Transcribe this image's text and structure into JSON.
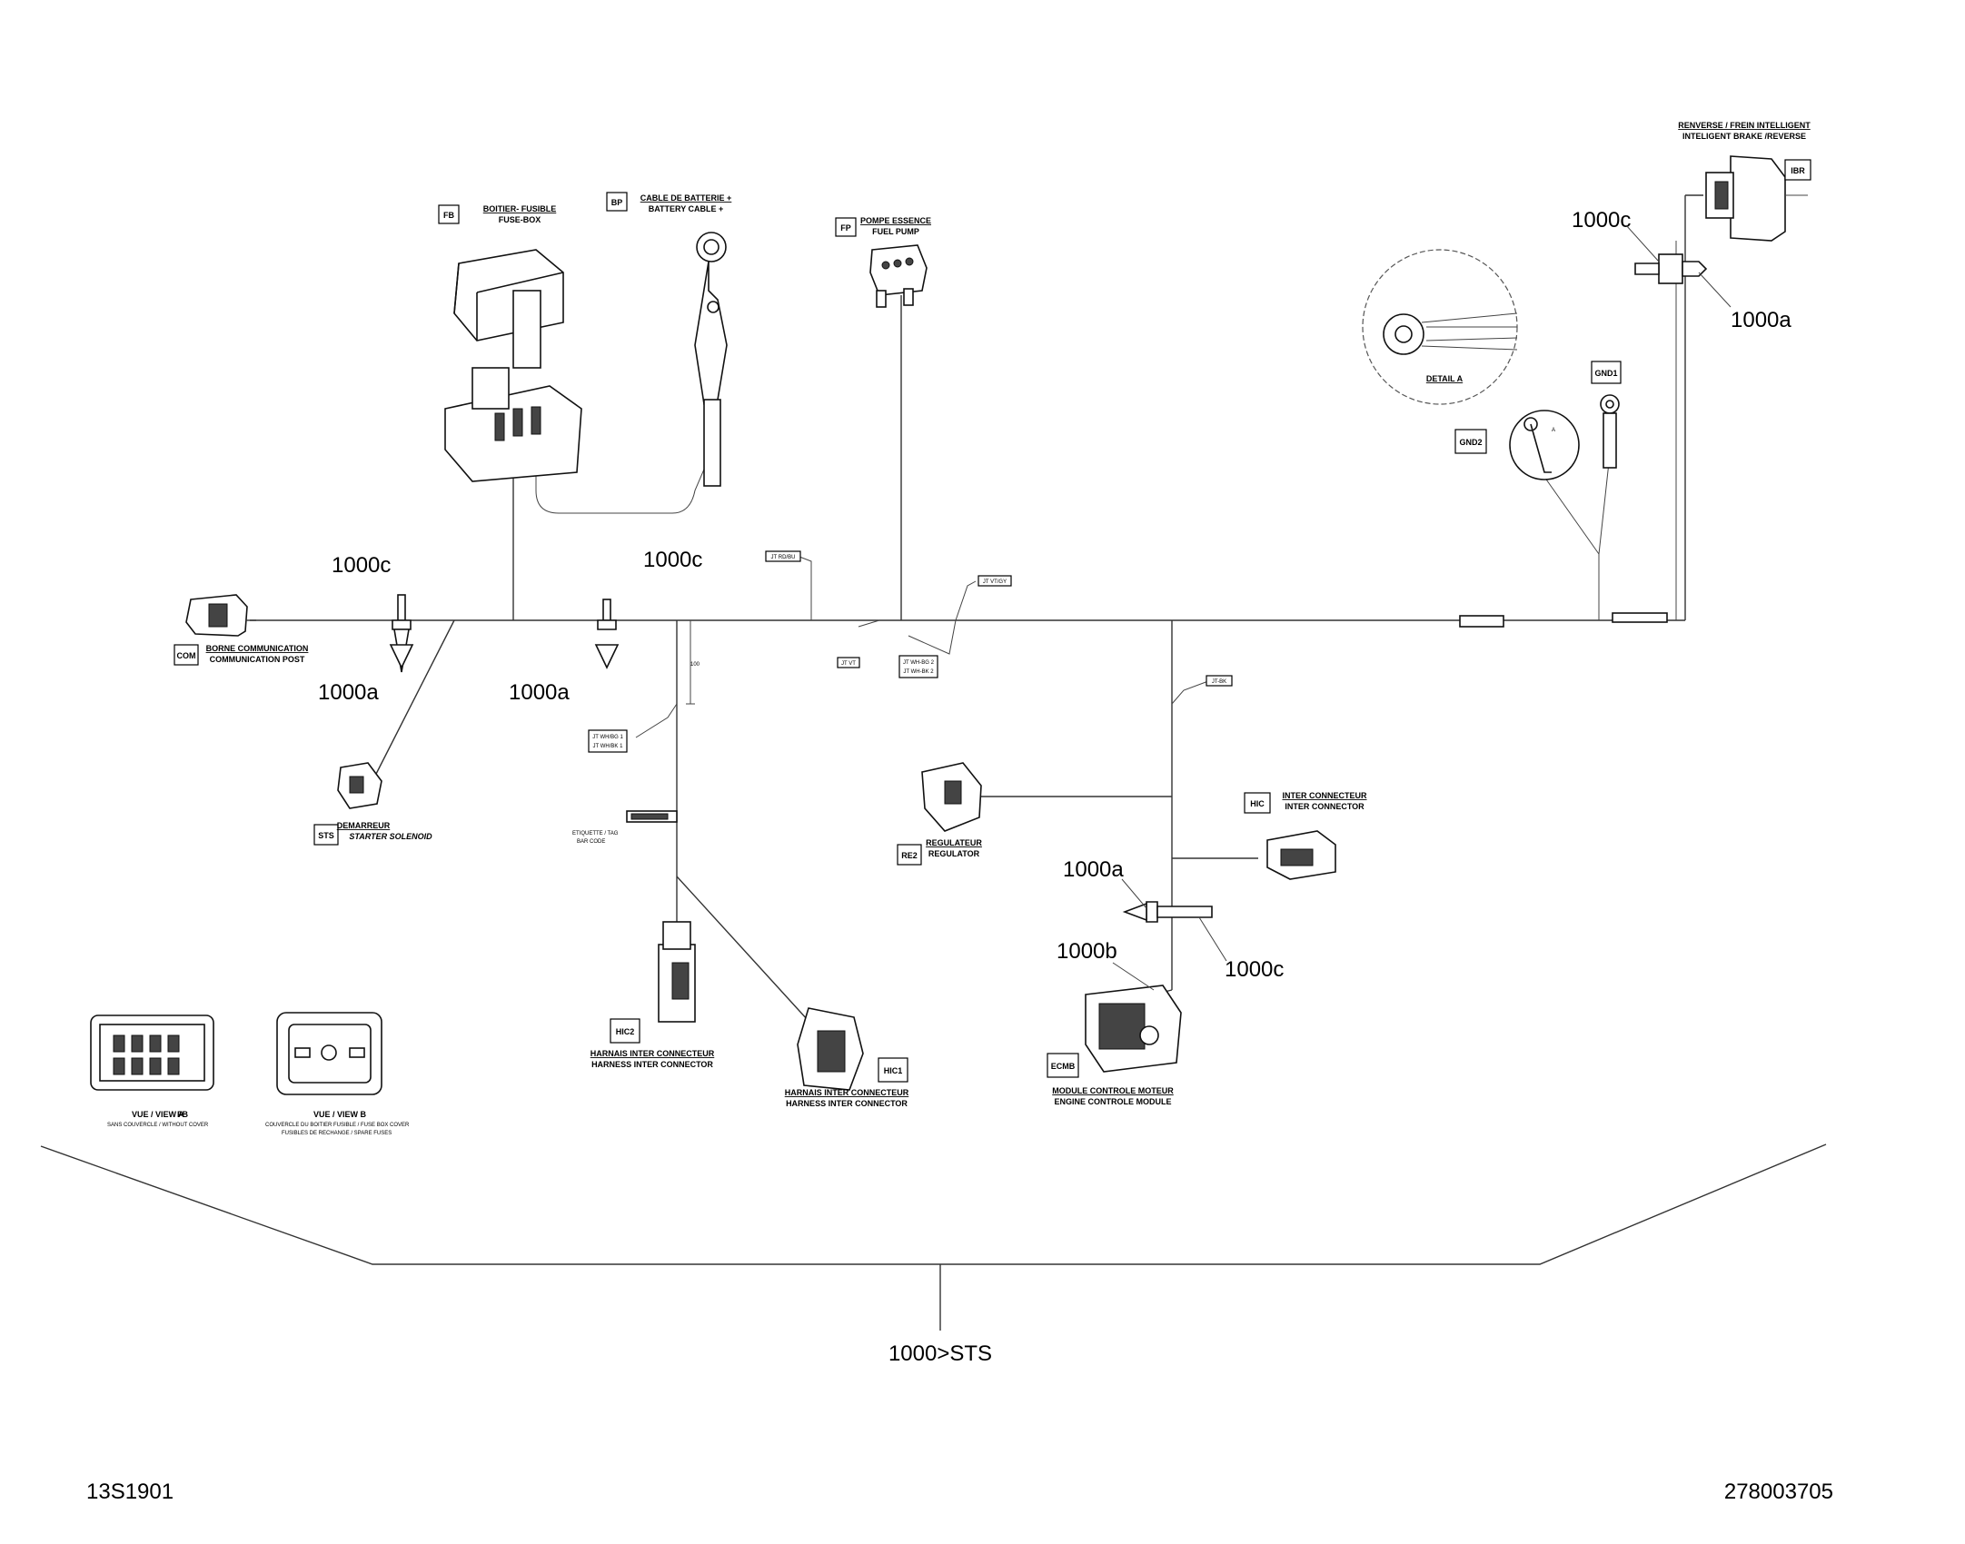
{
  "components": {
    "fb": {
      "code": "FB",
      "fr": "BOITIER- FUSIBLE",
      "en": "FUSE-BOX"
    },
    "bp": {
      "code": "BP",
      "fr": "CABLE DE BATTERIE +",
      "en": "BATTERY CABLE +"
    },
    "fp": {
      "code": "FP",
      "fr": "POMPE ESSENCE",
      "en": "FUEL PUMP"
    },
    "ibr": {
      "code": "IBR",
      "fr": "RENVERSE / FREIN INTELLIGENT",
      "en": "INTELIGENT BRAKE /REVERSE"
    },
    "com": {
      "code": "COM",
      "fr": "BORNE COMMUNICATION",
      "en": "COMMUNICATION POST"
    },
    "sts": {
      "code": "STS",
      "fr": "DEMARREUR",
      "en": "STARTER SOLENOID"
    },
    "re2": {
      "code": "RE2",
      "fr": "REGULATEUR",
      "en": "REGULATOR"
    },
    "hic": {
      "code": "HIC",
      "fr": "INTER CONNECTEUR",
      "en": "INTER CONNECTOR"
    },
    "hic2": {
      "code": "HIC2",
      "fr": "HARNAIS INTER CONNECTEUR",
      "en": "HARNESS INTER CONNECTOR"
    },
    "hic1": {
      "code": "HIC1",
      "fr": "HARNAIS INTER CONNECTEUR",
      "en": "HARNESS INTER CONNECTOR"
    },
    "ecmb": {
      "code": "ECMB",
      "fr": "MODULE CONTROLE MOTEUR",
      "en": "ENGINE CONTROLE MODULE"
    },
    "gnd1": {
      "code": "GND1"
    },
    "gnd2": {
      "code": "GND2"
    }
  },
  "detail_a": "DETAIL A",
  "detail_a_mark": "A",
  "view_a": {
    "title": "VUE / VIEW A",
    "ref": "FB",
    "sub": "SANS COUVERCLE / WITHOUT COVER"
  },
  "view_b": {
    "title": "VUE / VIEW B",
    "sub1": "COUVERCLE DU BOITIER FUSIBLE / FUSE BOX COVER",
    "sub2": "FUSIBLES DE RECHANGE / SPARE FUSES"
  },
  "junctions": {
    "j1": "JT RD/BU",
    "j2": "JT VT",
    "j3": "JT VT/GY",
    "j4a": "JT WH-BG 2",
    "j4b": "JT WH-BK 2",
    "j5a": "JT WH/BG 1",
    "j5b": "JT WH/BK 1",
    "j6": "JT-BK",
    "dim": "100"
  },
  "tag": {
    "line1": "ETIQUETTE / TAG",
    "line2": "BAR CODE"
  },
  "refs": {
    "a": "1000a",
    "b": "1000b",
    "c": "1000c"
  },
  "assembly_label": "1000>STS",
  "footer": {
    "left": "13S1901",
    "right": "278003705"
  }
}
